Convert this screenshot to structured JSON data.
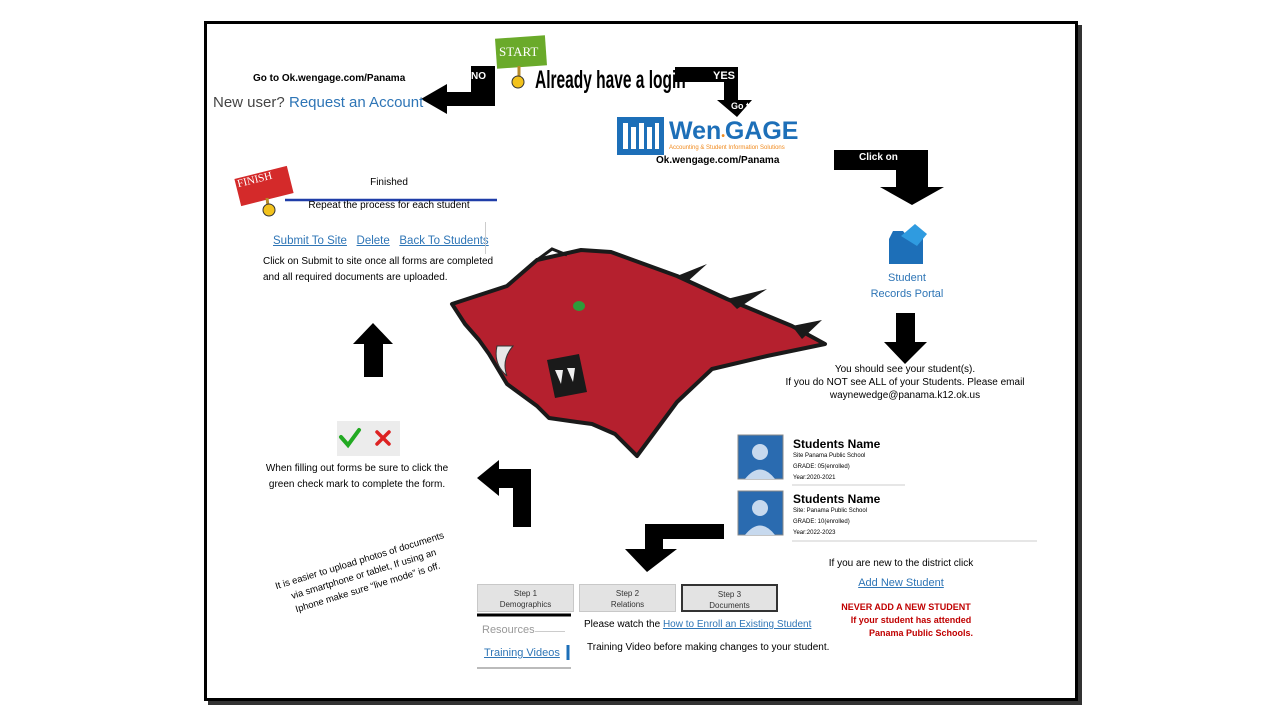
{
  "steps": {
    "go_to_url_top": "Go to Ok.wengage.com/Panama",
    "new_user_prefix": "New user?",
    "request_account": "Request an Account",
    "no_label": "NO",
    "start_sign": "START",
    "already_login": "Already have a login",
    "yes_label": "YES",
    "go_to": "Go to",
    "wengage_brand_wen": "Wen",
    "wengage_brand_gage": "GAGE",
    "wengage_tagline": "Accounting & Student Information Solutions",
    "wengage_url": "Ok.wengage.com/Panama",
    "click_on": "Click on",
    "portal_line1": "Student",
    "portal_line2": "Records Portal",
    "see_students": "You should see your student(s).",
    "not_see_line": "If you do NOT see ALL of your Students. Please email",
    "email": "waynewedge@panama.k12.ok.us",
    "finish_sign": "FINISH",
    "finished": "Finished",
    "repeat": "Repeat the process for each student",
    "submit_to_site": "Submit To Site",
    "delete": "Delete",
    "back_to_students": "Back To Students",
    "submit_note_1": "Click on Submit to site once all forms are completed",
    "submit_note_2": "and all required documents are uploaded.",
    "check_note_1": "When filling out forms be sure to click the",
    "check_note_2": "green check mark to complete the form.",
    "upload_note_1": "It is easier to upload photos of documents",
    "upload_note_2": "via smartphone or tablet, If using an",
    "upload_note_3": "Iphone make sure “live mode” is off."
  },
  "students": [
    {
      "name": "Students Name",
      "site": "Site Panama Public School",
      "grade": "GRADE: 05(enrolled)",
      "year": "Year:2020-2021"
    },
    {
      "name": "Students Name",
      "site": "Site: Panama Public School",
      "grade": "GRADE: 10(enrolled)",
      "year": "Year:2022-2023"
    }
  ],
  "new_district": {
    "prompt": "If you are new to the district click",
    "add_link": "Add New Student",
    "warn_1": "NEVER ADD A NEW STUDENT",
    "warn_2": "If your student has attended",
    "warn_3": "Panama Public Schools."
  },
  "tabs": [
    {
      "step": "Step 1",
      "label": "Demographics"
    },
    {
      "step": "Step 2",
      "label": "Relations"
    },
    {
      "step": "Step 3",
      "label": "Documents"
    }
  ],
  "resources": {
    "heading": "Resources",
    "training_link": "Training Videos"
  },
  "watch": {
    "prefix": "Please watch the",
    "link": "How to Enroll an Existing Student",
    "suffix": "Training Video before making changes  to your student."
  },
  "colors": {
    "link_blue": "#2e75b6",
    "start_green": "#6aaa2a",
    "finish_red": "#d42a2a",
    "warn_red": "#c00000",
    "mascot_red": "#b5202e",
    "check_green": "#22aa22",
    "x_red": "#dd2222"
  }
}
